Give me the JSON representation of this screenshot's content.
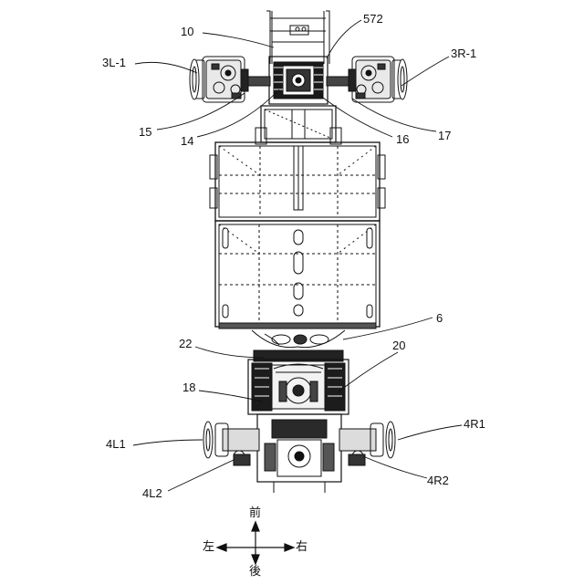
{
  "labels": {
    "l10": "10",
    "l572": "572",
    "l3L1": "3L-1",
    "l3R1": "3R-1",
    "l15": "15",
    "l14": "14",
    "l16": "16",
    "l17": "17",
    "l6": "6",
    "l22": "22",
    "l20": "20",
    "l18": "18",
    "l4L1": "4L1",
    "l4R1": "4R1",
    "l4L2": "4L2",
    "l4R2": "4R2"
  },
  "compass": {
    "front": "前",
    "rear": "後",
    "left": "左",
    "right": "右"
  }
}
